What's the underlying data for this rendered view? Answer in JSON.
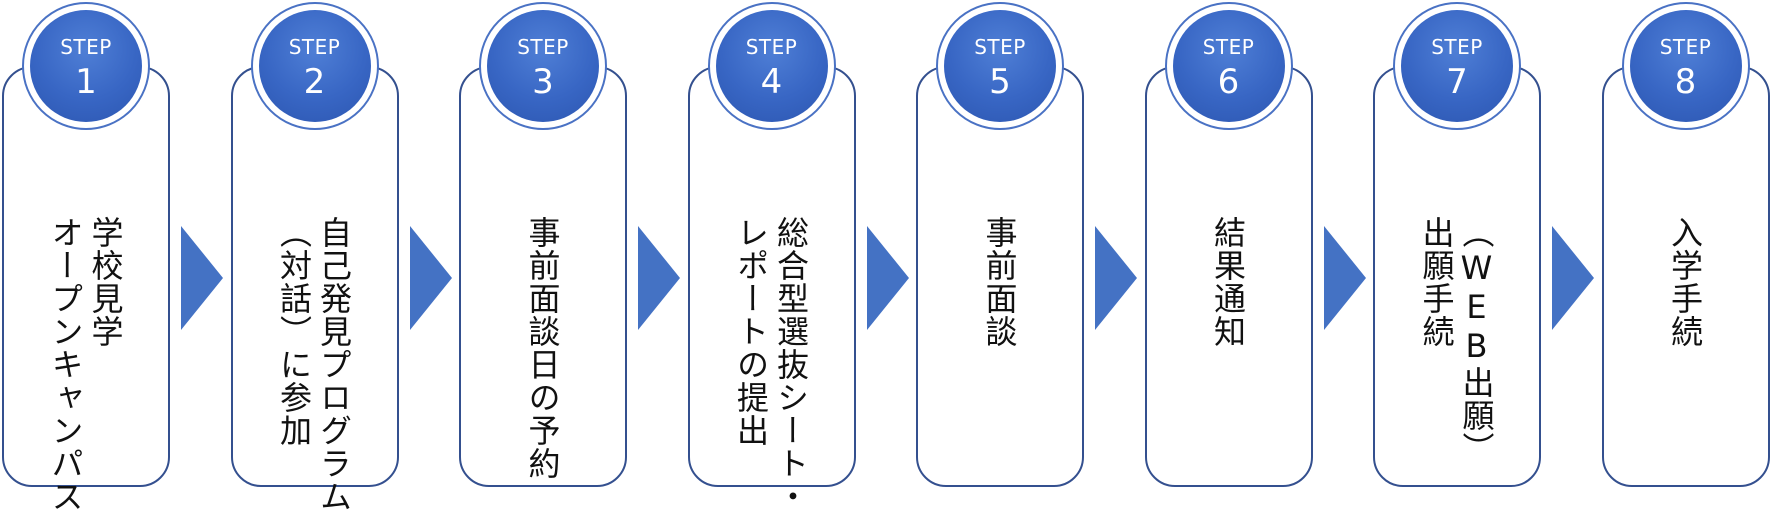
{
  "diagram": {
    "step_label": "STEP",
    "accent_color": "#4472c4",
    "border_color": "#34508f",
    "steps": [
      {
        "number": "1",
        "text": "学校見学\nオープンキャンパス"
      },
      {
        "number": "2",
        "text": "自己発見プログラム\n（対話）に参加"
      },
      {
        "number": "3",
        "text": "事前面談日の予約"
      },
      {
        "number": "4",
        "text": "総合型選抜シート・\nレポートの提出"
      },
      {
        "number": "5",
        "text": "事前面談"
      },
      {
        "number": "6",
        "text": "結果通知"
      },
      {
        "number": "7",
        "text": "（WEB出願）\n出願手続"
      },
      {
        "number": "8",
        "text": "入学手続"
      }
    ]
  }
}
